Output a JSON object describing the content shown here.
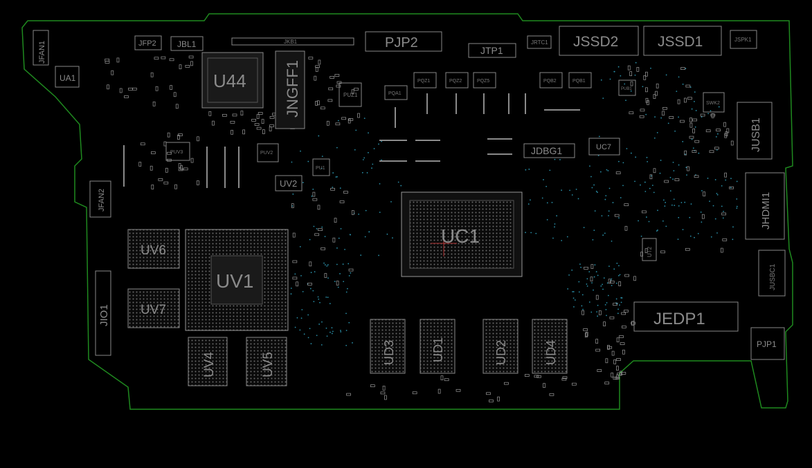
{
  "colors": {
    "background": "#000000",
    "outline": "#1f8a1f",
    "silkscreen": "#8a8a8a",
    "via": "#2a8fa8",
    "pad": "#9a9a9a"
  },
  "components": {
    "jfan1": "JFAN1",
    "ua1": "UA1",
    "jfp2": "JFP2",
    "jbl1": "JBL1",
    "u44": "U44",
    "jkb1": "JKB1",
    "jngff1": "JNGFF1",
    "pjp2": "PJP2",
    "jtp1": "JTP1",
    "jrtc1": "JRTC1",
    "jssd2": "JSSD2",
    "jssd1": "JSSD1",
    "jspk1": "JSPK1",
    "puz1": "PUZ1",
    "pqa1": "PQA1",
    "pqz1": "PQZ1",
    "pqz2": "PQZ2",
    "pqz5": "PQZ5",
    "pqb2": "PQB2",
    "pqb1": "PQB1",
    "pub1": "PUB1",
    "swk2": "SWK2",
    "jusb1": "JUSB1",
    "jdbg1": "JDBG1",
    "uc7": "UC7",
    "puv3": "PUV3",
    "puv2": "PUV2",
    "pu1": "PU1",
    "uv2": "UV2",
    "jfan2": "JFAN2",
    "uc1": "UC1",
    "jhdmi1": "JHDMI1",
    "ut2": "UT2",
    "uv6": "UV6",
    "uv1": "UV1",
    "uv7": "UV7",
    "jio1": "JIO1",
    "uv4": "UV4",
    "uv5": "UV5",
    "ud3": "UD3",
    "ud1": "UD1",
    "ud2": "UD2",
    "ud4": "UD4",
    "jedp1": "JEDP1",
    "jusbc1": "JUSBC1",
    "pjp1": "PJP1"
  }
}
